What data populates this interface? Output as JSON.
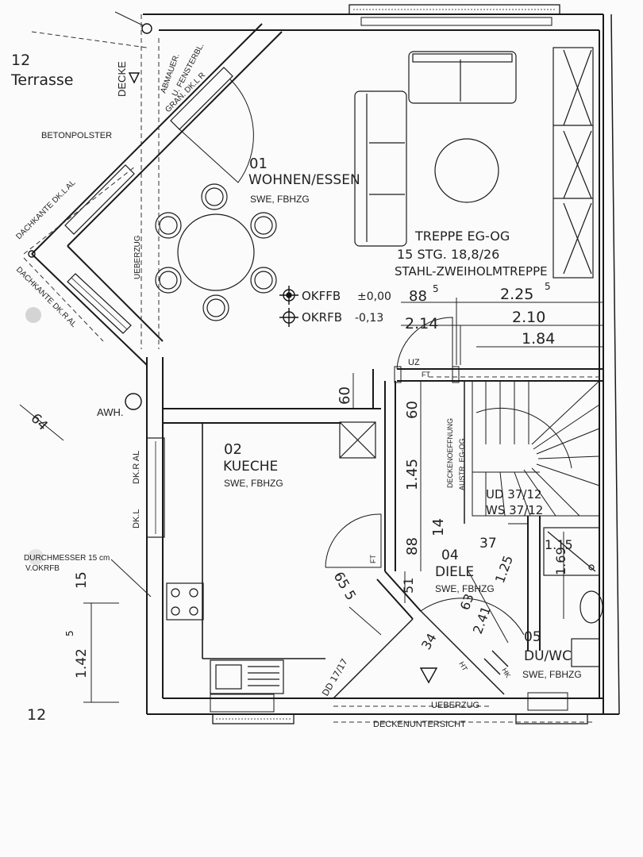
{
  "terrace": {
    "number": "12",
    "label": "Terrasse"
  },
  "labels": {
    "decke": "DECKE",
    "abmauer": "ABMAUER.",
    "fensterbl": "U. FENSTERBL.",
    "gran": "GRAN. DK.L  R",
    "betonpolster": "BETONPOLSTER",
    "dachkante_l": "DACHKANTE DK.L AL",
    "dachkante_r": "DACHKANTE DK.R AL",
    "ueberzug_v": "UEBERZUG",
    "awh": "AWH.",
    "dkr_al": "DK.R AL",
    "dkl": "DK.L",
    "durchmesser": "DURCHMESSER 15 cm",
    "v_okrfb": "V.OKRFB",
    "deckenoeffnung": "DECKENOEFFNUNG",
    "austr_eg_og": "AUSTR. EG-OG",
    "uz": "UZ",
    "ft": "FT",
    "ht": "HT",
    "hk": "HK",
    "ueberzug_h": "UEBERZUG",
    "deckenuntersicht": "DECKENUNTERSICHT",
    "dd": "DD 17/17",
    "bottom_number": "12"
  },
  "rooms": {
    "wohnen": {
      "number": "01",
      "name": "WOHNEN/ESSEN",
      "info": "SWE, FBHZG"
    },
    "kueche": {
      "number": "02",
      "name": "KUECHE",
      "info": "SWE, FBHZG"
    },
    "diele": {
      "number": "04",
      "name": "DIELE",
      "info": "SWE, FBHZG"
    },
    "duwc": {
      "number": "05",
      "name": "DU/WC",
      "info": "SWE, FBHZG"
    }
  },
  "stairs": {
    "line1": "TREPPE EG-OG",
    "line2": "15 STG. 18,8/26",
    "line3": "STAHL-ZWEIHOLMTREPPE",
    "ud": "UD 37/12",
    "ws": "WS 37/12"
  },
  "levels": {
    "okffb_label": "OKFFB",
    "okffb_value": "±0,00",
    "okrfb_label": "OKRFB",
    "okrfb_value": "-0,13"
  },
  "dimensions": {
    "d_88_5": "88",
    "d_225": "2.25",
    "d_214": "2.14",
    "d_210": "2.10",
    "d_184": "1.84",
    "d_60a": "60",
    "d_60b": "60",
    "d_145": "1.45",
    "d_88b": "88",
    "d_14": "14",
    "d_51": "51",
    "d_655": "65 5",
    "d_375": "37",
    "d_125": "1.25",
    "d_115": "1.15",
    "d_169": "1.69",
    "d_63": "63",
    "d_241": "2.41",
    "d_34": "34",
    "d_15": "15",
    "d_1425": "1.42",
    "d_64": "64",
    "sup5": "5"
  }
}
